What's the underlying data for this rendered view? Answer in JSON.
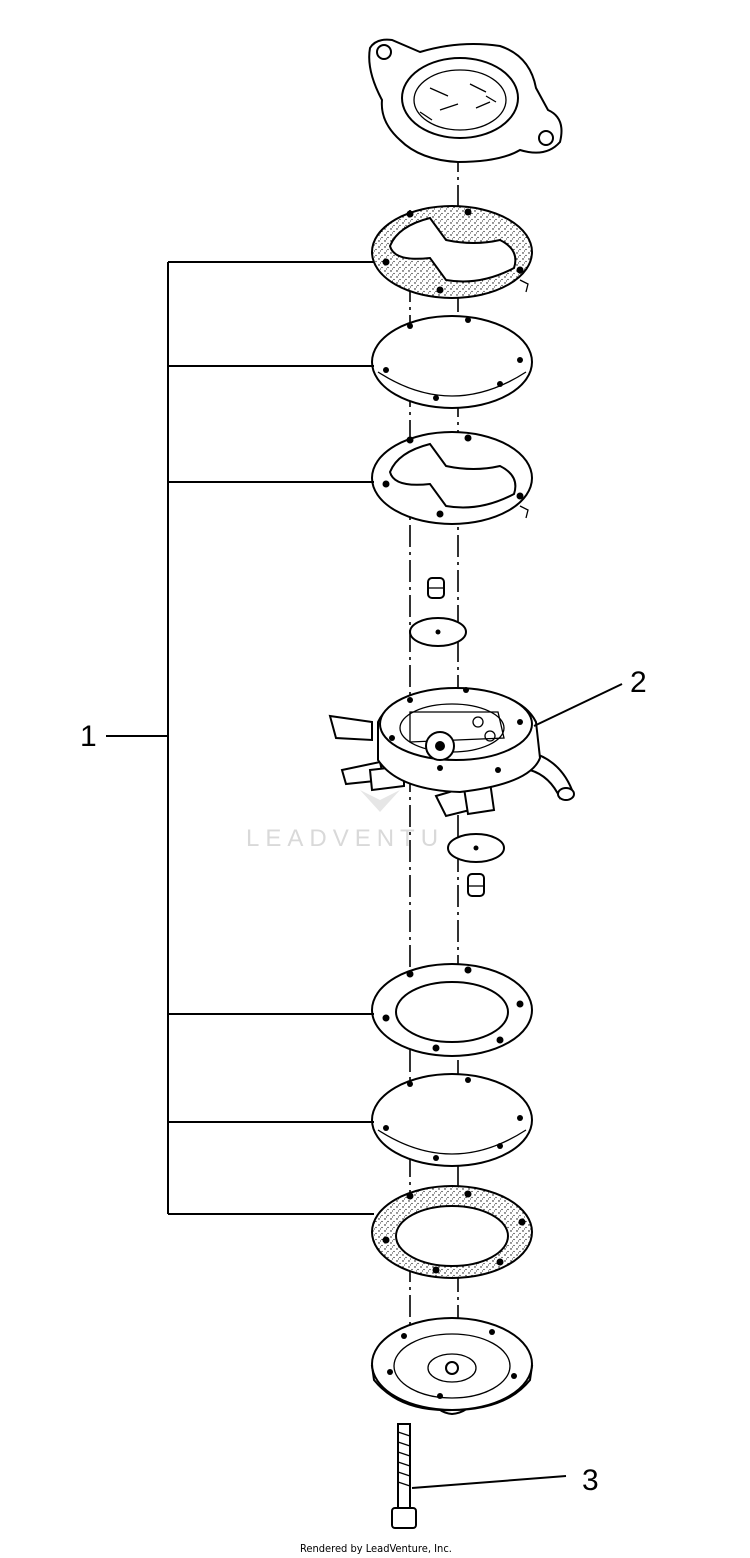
{
  "callouts": {
    "item_1": "1",
    "item_2": "2",
    "item_3": "3"
  },
  "watermark": "LEADVENTU",
  "footer": "Rendered by LeadVenture, Inc.",
  "colors": {
    "ink": "#000000",
    "paper": "#ffffff",
    "watermark": "#d9d9d9"
  }
}
